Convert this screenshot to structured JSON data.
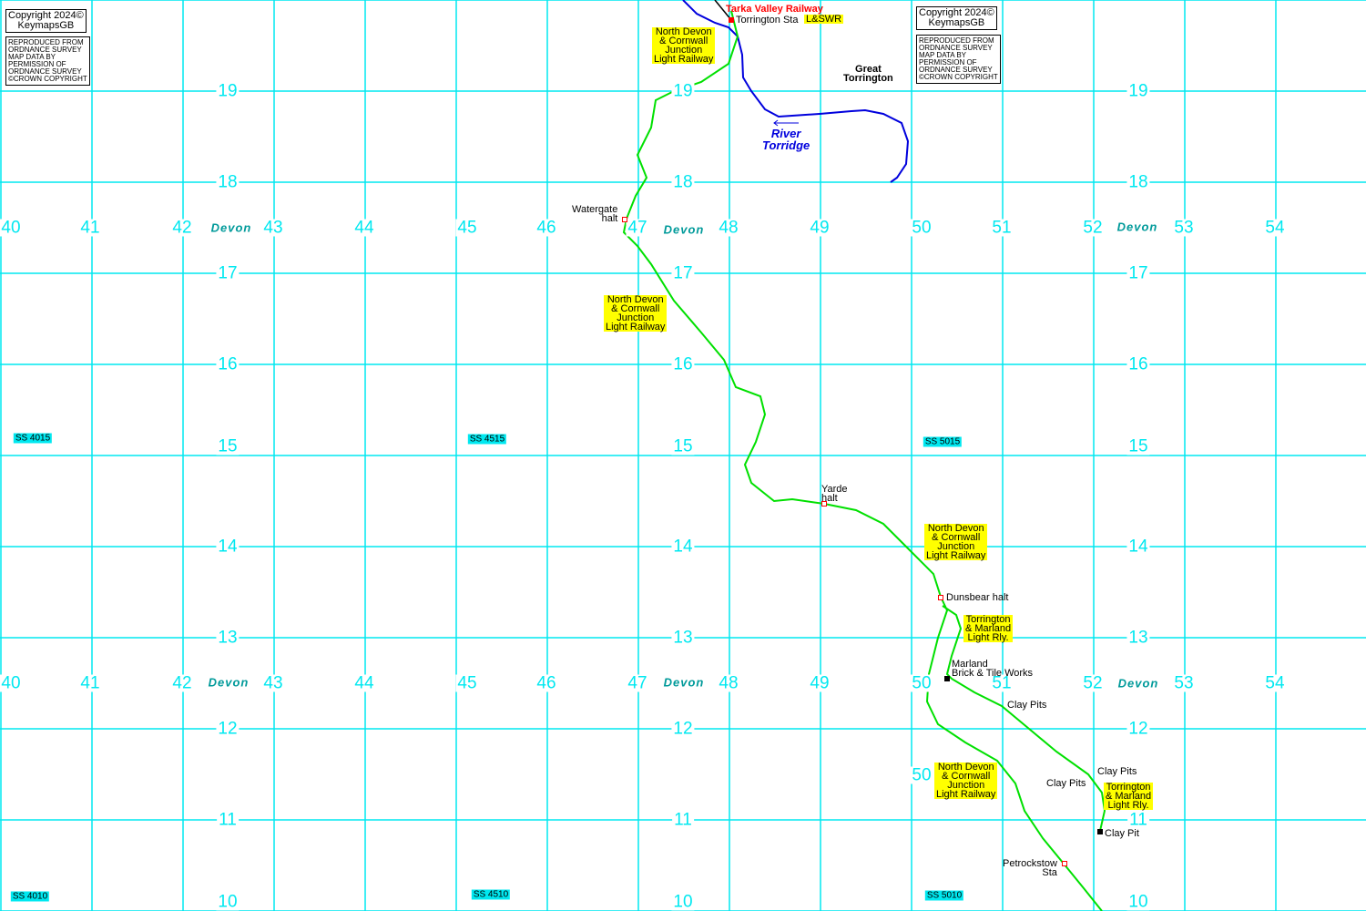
{
  "copyright": {
    "line1": "Copyright 2024©",
    "line2": "KeymapsGB",
    "os_notice": "REPRODUCED FROM\nORDNANCE SURVEY\nMAP DATA BY\nPERMISSION OF\nORDNANCE SURVEY\n©CROWN COPYRIGHT"
  },
  "eastings": [
    "40",
    "41",
    "42",
    "43",
    "44",
    "45",
    "46",
    "47",
    "48",
    "49",
    "50",
    "51",
    "52",
    "53",
    "54"
  ],
  "northings": [
    "19",
    "18",
    "17",
    "16",
    "15",
    "14",
    "13",
    "12",
    "11",
    "10"
  ],
  "extra_easting": "50",
  "county": "Devon",
  "grid_refs": [
    "SS 4015",
    "SS 4515",
    "SS 5015",
    "SS 4010",
    "SS 4510",
    "SS 5010"
  ],
  "railway_title": "Tarka Valley Railway",
  "places": {
    "torrington_sta": "Torrington Sta",
    "lswr": "L&SWR",
    "great_torrington": "Great\nTorrington",
    "river": "River\nTorridge",
    "watergate": "Watergate\nhalt",
    "yarde": "Yarde\nhalt",
    "dunsbear": "Dunsbear halt",
    "marland": "Marland\nBrick & Tile Works",
    "clay_pits": "Clay Pits",
    "clay_pit": "Clay Pit",
    "petrockstow": "Petrockstow\nSta"
  },
  "railway_labels": {
    "ndcjlr": "North Devon\n& Cornwall\nJunction\nLight Railway",
    "tmlr": "Torrington\n& Marland\nLight Rly."
  },
  "colors": {
    "grid": "#00e8f0",
    "railway": "#00e000",
    "river": "#0000dd",
    "highlight": "#ffff00",
    "station": "#ff0000"
  }
}
